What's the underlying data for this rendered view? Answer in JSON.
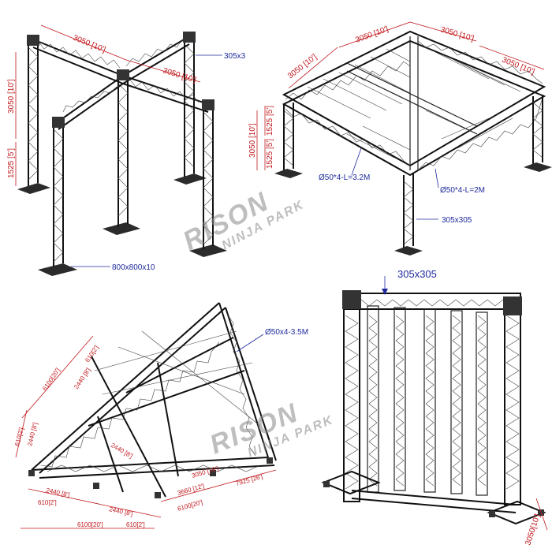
{
  "panels": {
    "cross_tower": {
      "dims": [
        "3050 [10']",
        "3050 [10']",
        "3050 [10']",
        "1525 [5']"
      ],
      "callouts": [
        "305x3",
        "800x800x10"
      ]
    },
    "roof": {
      "dims": [
        "3050 [10']",
        "3050 [10']",
        "3050 [10']",
        "3050 [10']",
        "1525 [5']",
        "3050 [10']",
        "1525 [5']"
      ],
      "callouts": [
        "Ø50*4-L=3.2M",
        "Ø50*4-L=2M",
        "305x305"
      ]
    },
    "a_frame": {
      "dims": [
        "6100[20']",
        "2440 [8']",
        "610[2']",
        "610[2']",
        "2440 [8']",
        "2440 [8']",
        "610[2']",
        "2440 [8']",
        "6100[20']",
        "610[2']",
        "2440 [8']",
        "3050 [10']",
        "3660 [12']",
        "7925 [26']"
      ],
      "callouts": [
        "Ø50x4-3.5M"
      ]
    },
    "wall": {
      "dims": [
        "3050[10']"
      ],
      "callouts": [
        "305x305"
      ]
    }
  },
  "watermark": {
    "brand": "RISON",
    "subtitle": "NINJA PARK"
  }
}
